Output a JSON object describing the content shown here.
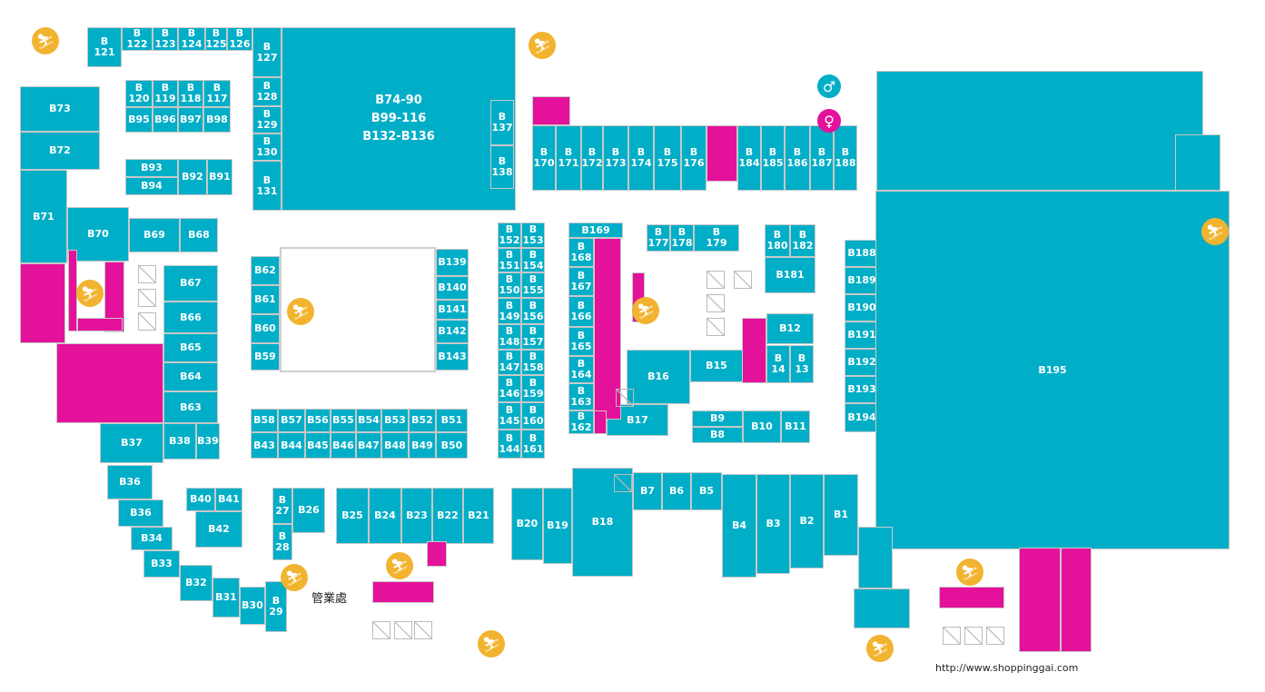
{
  "colors": {
    "shop": "#00aec7",
    "facility": "#e4119a",
    "stairs": "#f2b430",
    "male": "#00aec7",
    "female": "#e4119a"
  },
  "shops": [
    "B\n121",
    "B\n122",
    "B\n123",
    "B\n124",
    "B\n125",
    "B\n126",
    "B\n127",
    "B\n128",
    "B\n129",
    "B\n130",
    "B\n131",
    "B74-90\nB99-116\nB132-B136",
    "B\n120",
    "B\n119",
    "B\n118",
    "B\n117",
    "B95",
    "B96",
    "B97",
    "B98",
    "B93",
    "B94",
    "B92",
    "B91",
    "B73",
    "B72",
    "B71",
    "B70",
    "B69",
    "B68",
    "B67",
    "B66",
    "B65",
    "B64",
    "B63",
    "B37",
    "B38",
    "B39",
    "B36",
    "B36",
    "B34",
    "B33",
    "B32",
    "B31",
    "B30",
    "B\n29",
    "B40",
    "B41",
    "B42",
    "B\n27",
    "B\n28",
    "B26",
    "B25",
    "B24",
    "B23",
    "B22",
    "B21",
    "B62",
    "B61",
    "B60",
    "B59",
    "B139",
    "B140",
    "B141",
    "B142",
    "B143",
    "B58",
    "B57",
    "B56",
    "B55",
    "B54",
    "B53",
    "B52",
    "B51",
    "B43",
    "B44",
    "B45",
    "B46",
    "B47",
    "B48",
    "B49",
    "B50",
    "B\n152",
    "B\n153",
    "B\n151",
    "B\n154",
    "B\n150",
    "B\n155",
    "B\n149",
    "B\n156",
    "B\n148",
    "B\n157",
    "B\n147",
    "B\n158",
    "B\n146",
    "B\n159",
    "B\n145",
    "B\n160",
    "B\n144",
    "B\n161",
    "B\n137",
    "B\n138",
    "B\n170",
    "B\n171",
    "B\n172",
    "B\n173",
    "B\n174",
    "B\n175",
    "B\n176",
    "B\n184",
    "B\n185",
    "B\n186",
    "B\n187",
    "B\n188",
    "B169",
    "B\n168",
    "B\n167",
    "B\n166",
    "B\n165",
    "B\n164",
    "B\n163",
    "B\n162",
    "B\n177",
    "B\n178",
    "B\n179",
    "B\n180",
    "B\n182",
    "B181",
    "B12",
    "B\n14",
    "B\n13",
    "B16",
    "B15",
    "B17",
    "B9",
    "B8",
    "B10",
    "B11",
    "B188",
    "B189",
    "B190",
    "B191",
    "B192",
    "B193",
    "B194",
    "B195",
    "",
    "B7",
    "B6",
    "B5",
    "B4",
    "B3",
    "B2",
    "B1",
    "B18",
    "B19",
    "B20",
    "",
    "",
    ""
  ],
  "management_office": "管業處",
  "website": "http://www.shoppinggai.com"
}
